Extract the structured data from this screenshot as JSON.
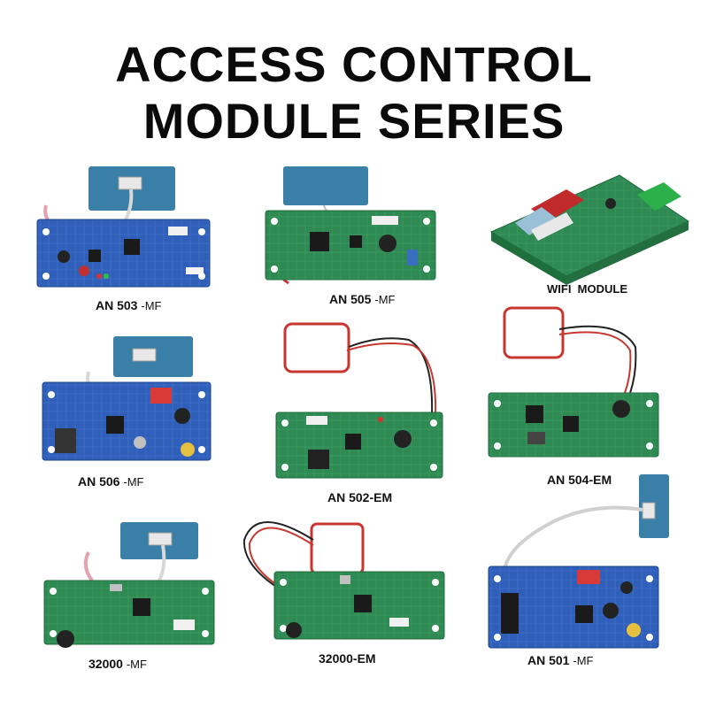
{
  "title": {
    "line1": "ACCESS CONTROL",
    "line2": "MODULE SERIES"
  },
  "modules": [
    {
      "id": "an503",
      "model": "AN 503",
      "suffix": "-MF"
    },
    {
      "id": "an505",
      "model": "AN 505",
      "suffix": "-MF"
    },
    {
      "id": "wifi",
      "model": "WIFI  MODULE",
      "suffix": ""
    },
    {
      "id": "an506",
      "model": "AN 506",
      "suffix": "-MF"
    },
    {
      "id": "an502",
      "model": "AN 502-EM",
      "suffix": ""
    },
    {
      "id": "an504",
      "model": "AN 504-EM",
      "suffix": ""
    },
    {
      "id": "m32000mf",
      "model": "32000",
      "suffix": "-MF"
    },
    {
      "id": "m32000em",
      "model": "32000-EM",
      "suffix": ""
    },
    {
      "id": "an501",
      "model": "AN 501",
      "suffix": "-MF"
    }
  ],
  "colors": {
    "blue_pcb": "#2f5fb8",
    "green_pcb": "#2e8a52",
    "antenna_pad": "#3a7fa8",
    "coil_wire": "#c8372f",
    "terminal_block": "#2bb04a"
  }
}
